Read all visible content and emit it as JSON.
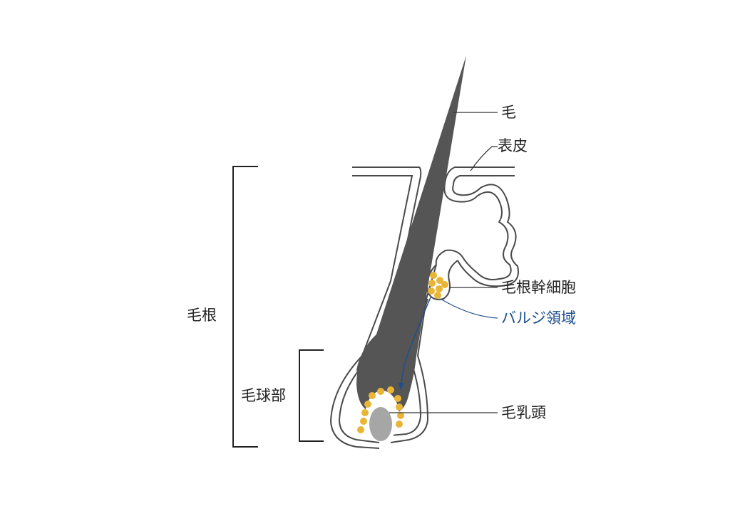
{
  "diagram": {
    "labels": {
      "hair": "毛",
      "epidermis": "表皮",
      "hair_root": "毛根",
      "hair_bulb": "毛球部",
      "stem_cells": "毛根幹細胞",
      "bulge_region": "バルジ領域",
      "dermal_papilla": "毛乳頭"
    },
    "colors": {
      "hair_shaft": "#555555",
      "outline": "#4a4a4a",
      "stem_cell": "#e9b534",
      "papilla": "#a6a6a6",
      "bulge_label": "#1f4e8c",
      "text": "#222222"
    }
  }
}
